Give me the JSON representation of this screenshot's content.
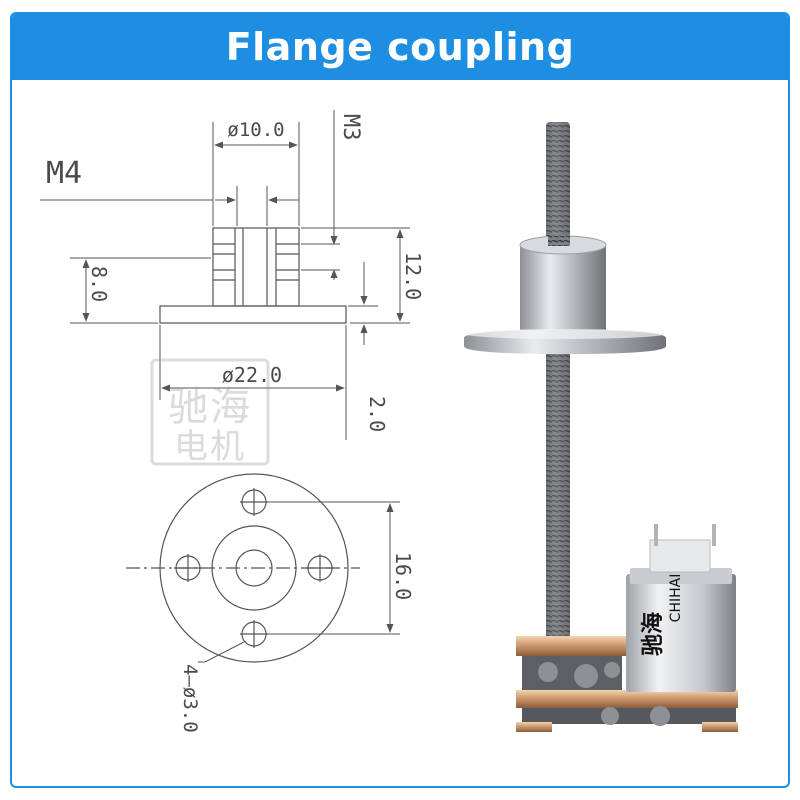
{
  "banner": {
    "title": "Flange coupling"
  },
  "drawing": {
    "thread_large": "M4",
    "thread_small": "M3",
    "dia_hub": "ø10.0",
    "dia_flange": "ø22.0",
    "height_total": "12.0",
    "height_hub": "8.0",
    "thickness_flange": "2.0",
    "hole_pitch": "16.0",
    "holes": "4—ø3.0"
  },
  "watermark": {
    "chars": "驰海电机"
  },
  "motor": {
    "label_cn": "驰海",
    "label_en": "CHIHAI"
  },
  "colors": {
    "accent": "#1e8ee3",
    "line": "#555555"
  }
}
